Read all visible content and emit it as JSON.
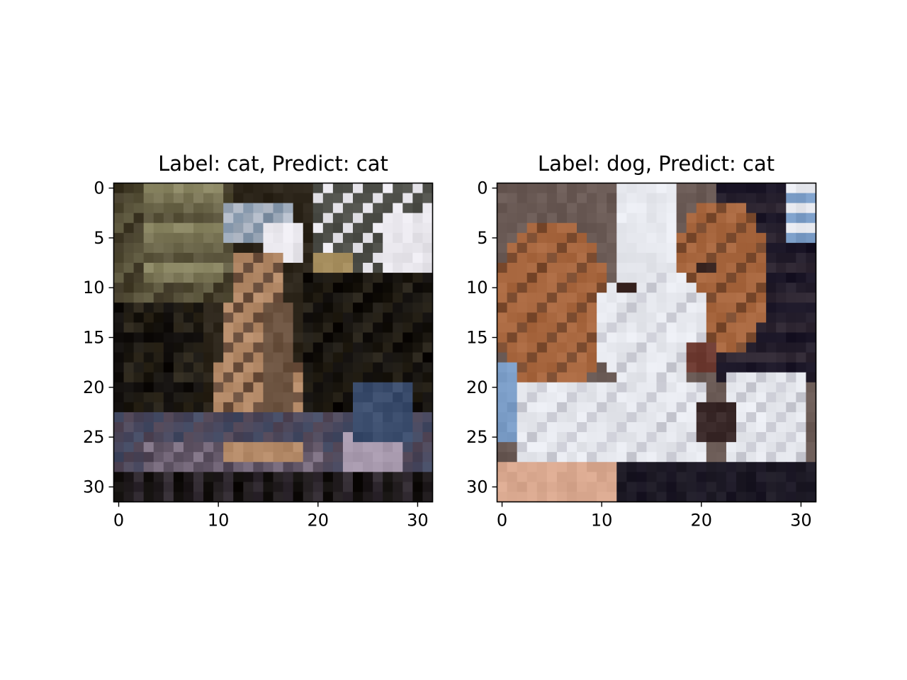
{
  "chart_data": [
    {
      "type": "image",
      "title": "Label: cat, Predict: cat",
      "label": "cat",
      "predict": "cat",
      "image_shape": [
        32,
        32
      ],
      "xlim": [
        -0.5,
        31.5
      ],
      "ylim": [
        31.5,
        -0.5
      ],
      "xticks": [
        0,
        10,
        20,
        30
      ],
      "yticks": [
        0,
        5,
        10,
        15,
        20,
        25,
        30
      ],
      "xlabel": "",
      "ylabel": "",
      "grid": false,
      "palette": {
        "background": "#2b2419",
        "foliage_dark": "#3a3322",
        "foliage_light": "#8a8663",
        "sky": "#7d8fa3",
        "highlight": "#e8e6ec",
        "cat_fur": "#b48a68",
        "cat_fur_dark": "#6b4f3d",
        "shadow": "#0f0c0a",
        "ground": "#514656",
        "ground_light": "#a89aae",
        "blue_cloth": "#3a4c6c"
      }
    },
    {
      "type": "image",
      "title": "Label: dog, Predict: cat",
      "label": "dog",
      "predict": "cat",
      "image_shape": [
        32,
        32
      ],
      "xlim": [
        -0.5,
        31.5
      ],
      "ylim": [
        31.5,
        -0.5
      ],
      "xticks": [
        0,
        10,
        20,
        30
      ],
      "yticks": [
        0,
        5,
        10,
        15,
        20,
        25,
        30
      ],
      "xlabel": "",
      "ylabel": "",
      "grid": false,
      "palette": {
        "background": "#6a5a55",
        "dark_corner": "#1a1526",
        "ear_brown": "#a8673f",
        "ear_dark": "#7a4a2e",
        "white_fur": "#e6e8ee",
        "white_fur_shade": "#c9cad3",
        "nose": "#6e3b32",
        "eye": "#3a2622",
        "blue_patch": "#7a9cc6",
        "shadow": "#1d1a25",
        "skin": "#d8a78e"
      }
    }
  ]
}
